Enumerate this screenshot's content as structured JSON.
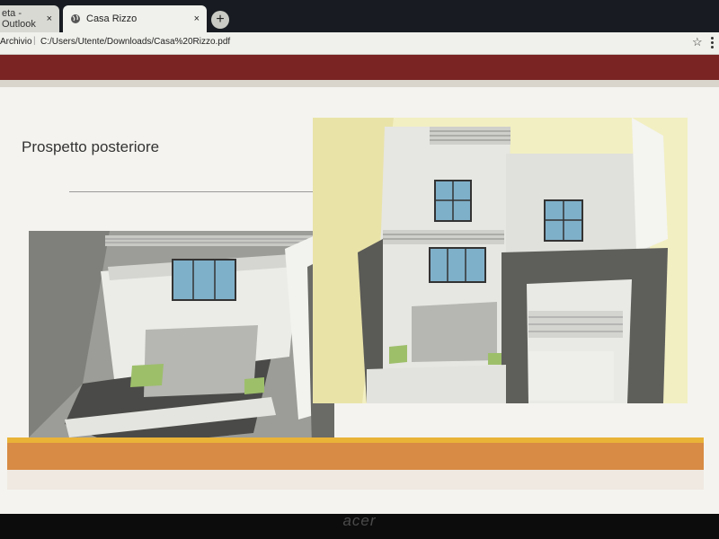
{
  "browser": {
    "tabs": [
      {
        "label": "eta - Outlook",
        "close": "×"
      },
      {
        "label": "Casa Rizzo",
        "close": "×"
      }
    ],
    "new_tab": "+",
    "address": {
      "label": "Archivio",
      "url": "C:/Users/Utente/Downloads/Casa%20Rizzo.pdf"
    }
  },
  "slide": {
    "title": "Prospetto posteriore"
  },
  "monitor": {
    "brand": "acer"
  },
  "colors": {
    "viewer_bar": "#7a2424",
    "stripe_yellow": "#e9b338",
    "stripe_orange": "#d88b44"
  },
  "icons": [
    "globe-icon",
    "close-icon",
    "plus-icon",
    "star-icon",
    "menu-icon"
  ]
}
